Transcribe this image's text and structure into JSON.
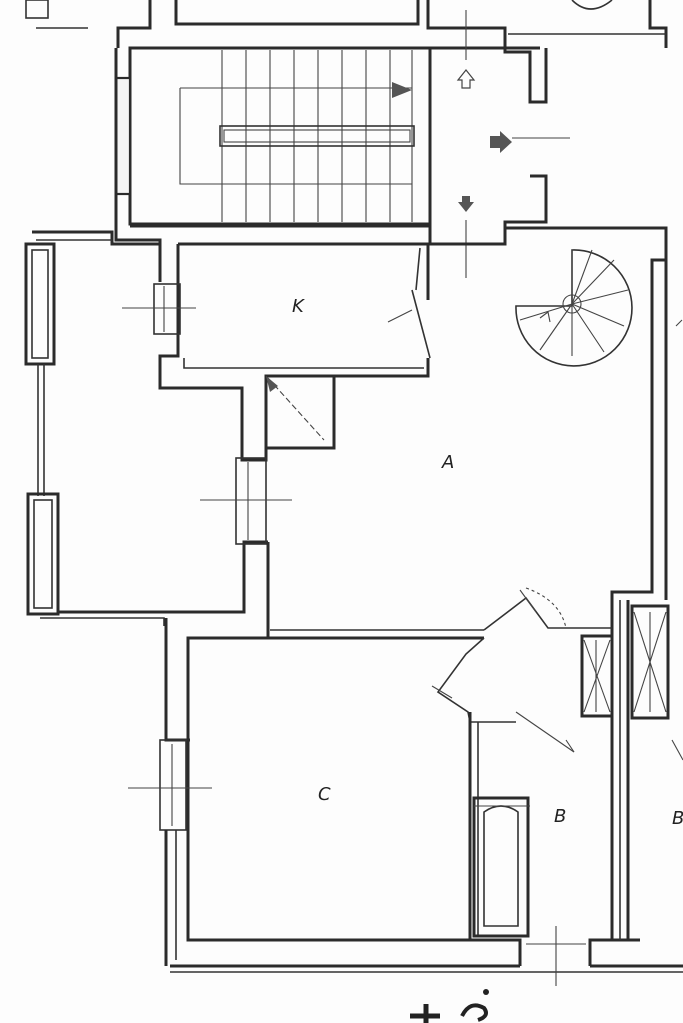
{
  "plan": {
    "rooms": [
      {
        "id": "kitchen",
        "label": "K"
      },
      {
        "id": "living",
        "label": "A"
      },
      {
        "id": "bedroom",
        "label": "C"
      },
      {
        "id": "bath",
        "label": "B"
      },
      {
        "id": "neighbor",
        "label": "B"
      }
    ],
    "icons": {
      "arrow": "arrow-icon",
      "spiral_stair": "spiral-staircase-icon",
      "bathtub": "bathtub-icon",
      "north": "north-arrow-icon"
    }
  }
}
